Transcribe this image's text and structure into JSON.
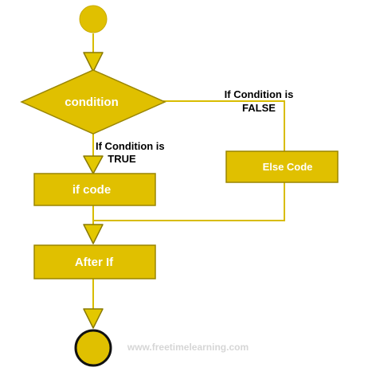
{
  "colors": {
    "node_fill": "#e0c000",
    "node_stroke": "#9a8600",
    "terminal_fill": "#e0c000",
    "terminal_stroke": "#111111",
    "connector": "#d8bc00",
    "arrow_fill": "#e3c800",
    "arrow_stroke": "#8a7a00",
    "label_text": "#ffffff",
    "edge_text": "#000000",
    "watermark": "#d6d6d6"
  },
  "nodes": {
    "decision": "condition",
    "if_code": "if code",
    "else_code": "Else Code",
    "after_if": "After If"
  },
  "edge_labels": {
    "true_line1": "If Condition is",
    "true_line2": "TRUE",
    "false_line1": "If Condition is",
    "false_line2": "FALSE"
  },
  "watermark": "www.freetimelearning.com"
}
